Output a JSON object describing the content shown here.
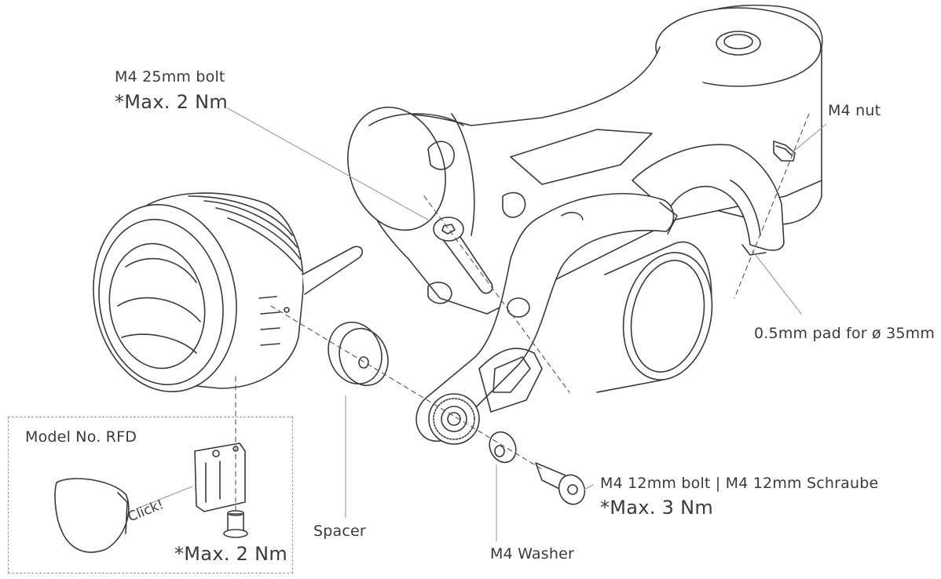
{
  "labels": {
    "bolt_25": "M4 25mm bolt",
    "bolt_25_torque": "*Max. 2 Nm",
    "nut": "M4 nut",
    "pad": "0.5mm pad for ø 35mm",
    "spacer": "Spacer",
    "washer": "M4  Washer",
    "bolt_12": "M4 12mm bolt | M4 12mm Schraube",
    "bolt_12_torque": "*Max. 3 Nm"
  },
  "inset": {
    "model": "Model No. RFD",
    "click": "Click!",
    "torque": "*Max. 2 Nm"
  },
  "colors": {
    "line": "#3a3a3a",
    "leader": "#9a9a9a",
    "fill": "#ffffff"
  }
}
